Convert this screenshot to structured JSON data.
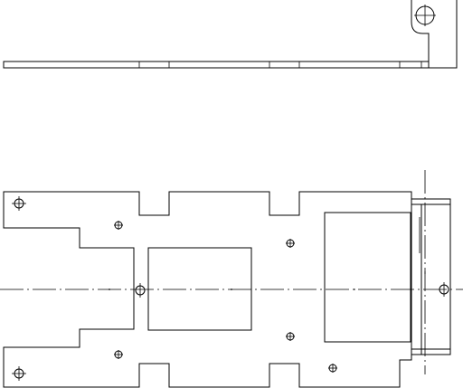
{
  "drawing": {
    "type": "technical-drawing",
    "views": [
      {
        "name": "side-view",
        "features": [
          "hinge-knuckle",
          "pin-hole"
        ]
      },
      {
        "name": "plan-view",
        "features": [
          "mounting-holes",
          "rectangular-cutouts",
          "notched-edges",
          "hinge-tab"
        ]
      }
    ],
    "line_color": "#000000",
    "background": "#ffffff"
  }
}
